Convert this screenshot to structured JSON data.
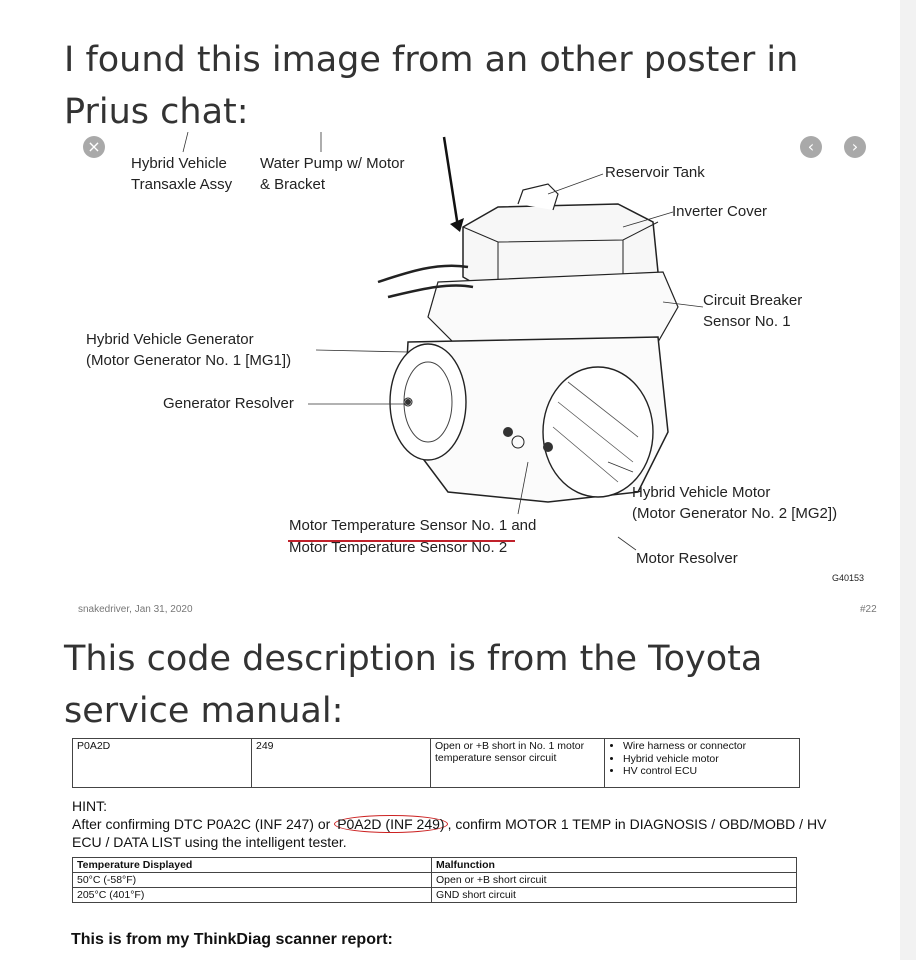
{
  "post": {
    "paragraph1": "I found this image from an other poster in Prius chat:",
    "paragraph2": "This code description is from the Toyota service manual:"
  },
  "image_viewer": {
    "close_icon": "×",
    "prev_icon": "‹",
    "next_icon": "›",
    "credit": "snakedriver, Jan 31, 2020",
    "post_number": "#22"
  },
  "diagram": {
    "labels": {
      "hv_transaxle": "Hybrid Vehicle\nTransaxle Assy",
      "water_pump": "Water Pump w/ Motor\n& Bracket",
      "reservoir": "Reservoir Tank",
      "inverter": "Inverter Cover",
      "circuit_breaker": "Circuit Breaker\nSensor No. 1",
      "generator": "Hybrid Vehicle Generator\n(Motor Generator No. 1 [MG1])",
      "gen_resolver": "Generator Resolver",
      "hv_motor": "Hybrid Vehicle Motor\n(Motor Generator No. 2 [MG2])",
      "temp_sensor_line1_a": "Motor Temperature Sensor No.",
      "temp_sensor_line1_b": " 1 and",
      "temp_sensor_line2": "Motor Temperature Sensor No. 2",
      "motor_resolver": "Motor Resolver",
      "figure_code": "G40153"
    }
  },
  "manual": {
    "dtc_row": {
      "code": "P0A2D",
      "inf": "249",
      "condition": "Open or +B short in No. 1 motor temperature sensor circuit",
      "areas": [
        "Wire harness or connector",
        "Hybrid vehicle motor",
        "HV control ECU"
      ]
    },
    "hint_title": "HINT:",
    "hint_before": "After confirming DTC P0A2C (INF 247) or ",
    "hint_circled": "P0A2D (INF 249)",
    "hint_after": ", confirm MOTOR 1 TEMP in DIAGNOSIS / OBD/MOBD / HV ECU / DATA LIST using the intelligent tester.",
    "temp_table": {
      "headers": [
        "Temperature Displayed",
        "Malfunction"
      ],
      "rows": [
        [
          "50°C (-58°F)",
          "Open or +B short circuit"
        ],
        [
          "205°C (401°F)",
          "GND short circuit"
        ]
      ]
    },
    "thinkdiag_note": "This is from my ThinkDiag scanner report:"
  }
}
